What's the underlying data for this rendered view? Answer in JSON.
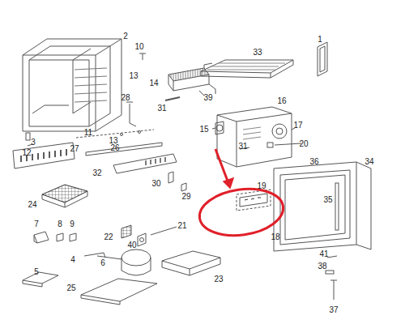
{
  "diagram": {
    "labels": [
      "1",
      "2",
      "10",
      "13",
      "14",
      "33",
      "39",
      "31",
      "28",
      "16",
      "15",
      "17",
      "31",
      "20",
      "11",
      "13",
      "3",
      "27",
      "26",
      "12",
      "19",
      "32",
      "30",
      "29",
      "36",
      "34",
      "35",
      "24",
      "22",
      "21",
      "18",
      "40",
      "7",
      "8",
      "9",
      "4",
      "6",
      "41",
      "38",
      "37",
      "5",
      "25",
      "23"
    ]
  }
}
